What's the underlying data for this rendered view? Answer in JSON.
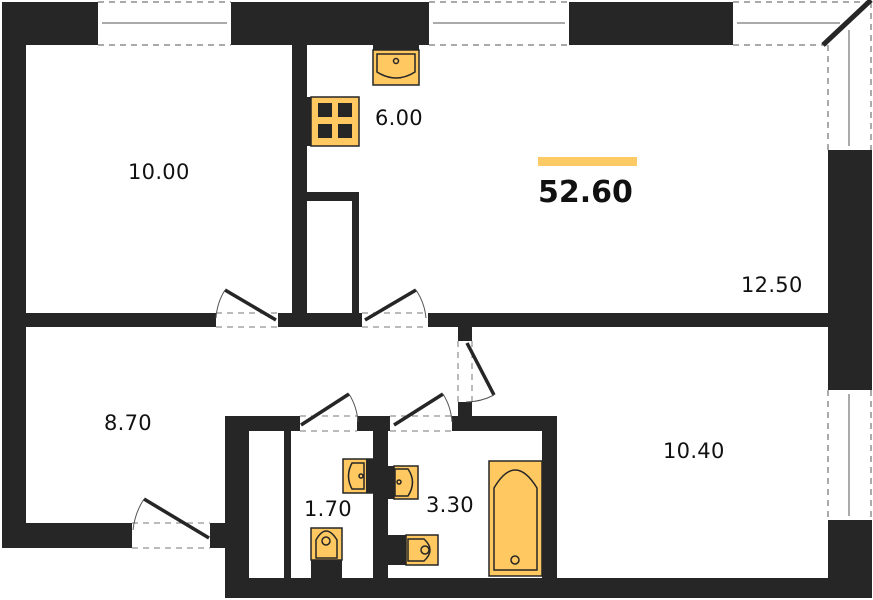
{
  "floorplan": {
    "total_area": "52.60",
    "colors": {
      "wall": "#262626",
      "fixture": "#FFC861",
      "accent_bar": "#FDCB65",
      "background": "#FFFFFF",
      "text": "#111111"
    },
    "rooms": [
      {
        "id": "bedroom-1",
        "area": "10.00"
      },
      {
        "id": "kitchen",
        "area": "6.00"
      },
      {
        "id": "living-room",
        "area": "12.50"
      },
      {
        "id": "hallway",
        "area": "8.70"
      },
      {
        "id": "toilet",
        "area": "1.70"
      },
      {
        "id": "bathroom",
        "area": "3.30"
      },
      {
        "id": "bedroom-2",
        "area": "10.40"
      }
    ],
    "icons": [
      "kitchen-sink-icon",
      "stove-icon",
      "toilet-sink-icon",
      "bathroom-sink-icon",
      "toilet-icon",
      "bathroom-toilet-icon",
      "bathtub-icon",
      "door-icon",
      "window-icon"
    ]
  }
}
